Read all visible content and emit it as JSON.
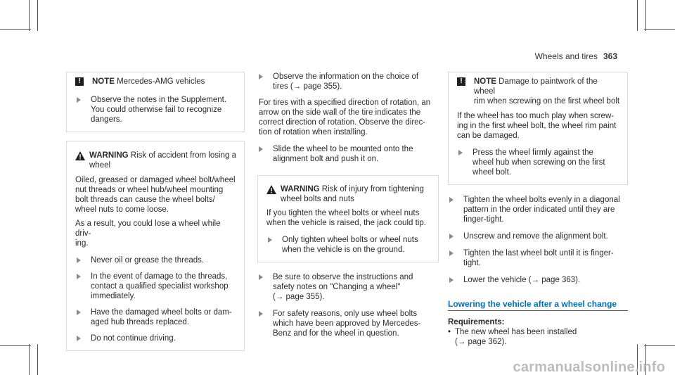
{
  "header": {
    "section": "Wheels and tires",
    "page": "363"
  },
  "col1": {
    "note": {
      "label": "NOTE",
      "text": "Mercedes-AMG vehicles"
    },
    "note_step": [
      "Observe the notes in the Supplement.",
      "You could otherwise fail to recognize",
      "dangers."
    ],
    "warning": {
      "label": "WARNING",
      "line1": "Risk of accident from losing a",
      "line2": "wheel"
    },
    "para1": [
      "Oiled, greased or damaged wheel bolt/wheel",
      "nut threads or wheel hub/wheel mounting",
      "bolt threads can cause the wheel bolts/",
      "wheel nuts to come loose."
    ],
    "para2": [
      "As a result, you could lose a wheel while driv-",
      "ing."
    ],
    "steps": [
      [
        "Never oil or grease the threads."
      ],
      [
        "In the event of damage to the threads,",
        "contact a qualified specialist workshop",
        "immediately."
      ],
      [
        "Have the damaged wheel bolts or dam-",
        "aged hub threads replaced."
      ],
      [
        "Do not continue driving."
      ]
    ]
  },
  "col2": {
    "step1": [
      "Observe the information on the choice of",
      "tires (→ page 355)."
    ],
    "para1": [
      "For tires with a specified direction of rotation, an",
      "arrow on the side wall of the tire indicates the",
      "correct direction of rotation. Observe the direc-",
      "tion of rotation when installing."
    ],
    "step2": [
      "Slide the wheel to be mounted onto the",
      "alignment bolt and push it on."
    ],
    "warning": {
      "label": "WARNING",
      "line1": "Risk of injury from tightening",
      "line2": "wheel bolts and nuts"
    },
    "wpara": [
      "If you tighten the wheel bolts or wheel nuts",
      "when the vehicle is raised, the jack could tip."
    ],
    "wstep": [
      "Only tighten wheel bolts or wheel nuts",
      "when the vehicle is on the ground."
    ],
    "step3": [
      "Be sure to observe the instructions and",
      "safety notes on \"Changing a wheel\"",
      "(→ page 355)."
    ],
    "step4": [
      "For safety reasons, only use wheel bolts",
      "which have been approved by Mercedes-",
      "Benz and for the wheel in question."
    ]
  },
  "col3": {
    "note": {
      "label": "NOTE",
      "line1": "Damage to paintwork of the wheel",
      "line2": "rim when screwing on the first wheel bolt"
    },
    "npara": [
      "If the wheel has too much play when screw-",
      "ing in the first wheel bolt, the wheel rim paint",
      "can be damaged."
    ],
    "nstep": [
      "Press the wheel firmly against the",
      "wheel hub when screwing on the first",
      "wheel bolt."
    ],
    "steps": [
      [
        "Tighten the wheel bolts evenly in a diagonal",
        "pattern in the order indicated until they are",
        "finger-tight."
      ],
      [
        "Unscrew and remove the alignment bolt."
      ],
      [
        "Tighten the last wheel bolt until it is finger-",
        "tight."
      ],
      [
        "Lower the vehicle (→ page 363)."
      ]
    ],
    "subheading": "Lowering the vehicle after a wheel change",
    "req_label": "Requirements:",
    "req": [
      "The new wheel has been installed",
      "(→ page 362)."
    ]
  },
  "watermark": "carmanualsonline.info"
}
